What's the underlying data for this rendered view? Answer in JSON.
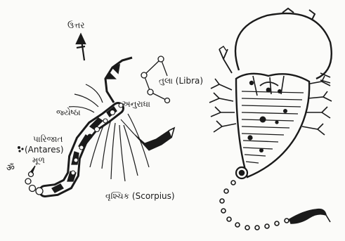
{
  "labels": {
    "north": "ઉત્તર",
    "libra": "તુલા (Libra)",
    "anuradha": "અનુરાધા",
    "jyeshtha": "જ્યેષ્ઠા",
    "parijat": "પારિજાત",
    "antares": "(Antares)",
    "mool": "મૂળ",
    "om": "ॐ",
    "scorpius": "વૃશ્ચિક (Scorpius)"
  },
  "colors": {
    "ink": "#1a1a1a",
    "paper": "#fbfbf9"
  }
}
